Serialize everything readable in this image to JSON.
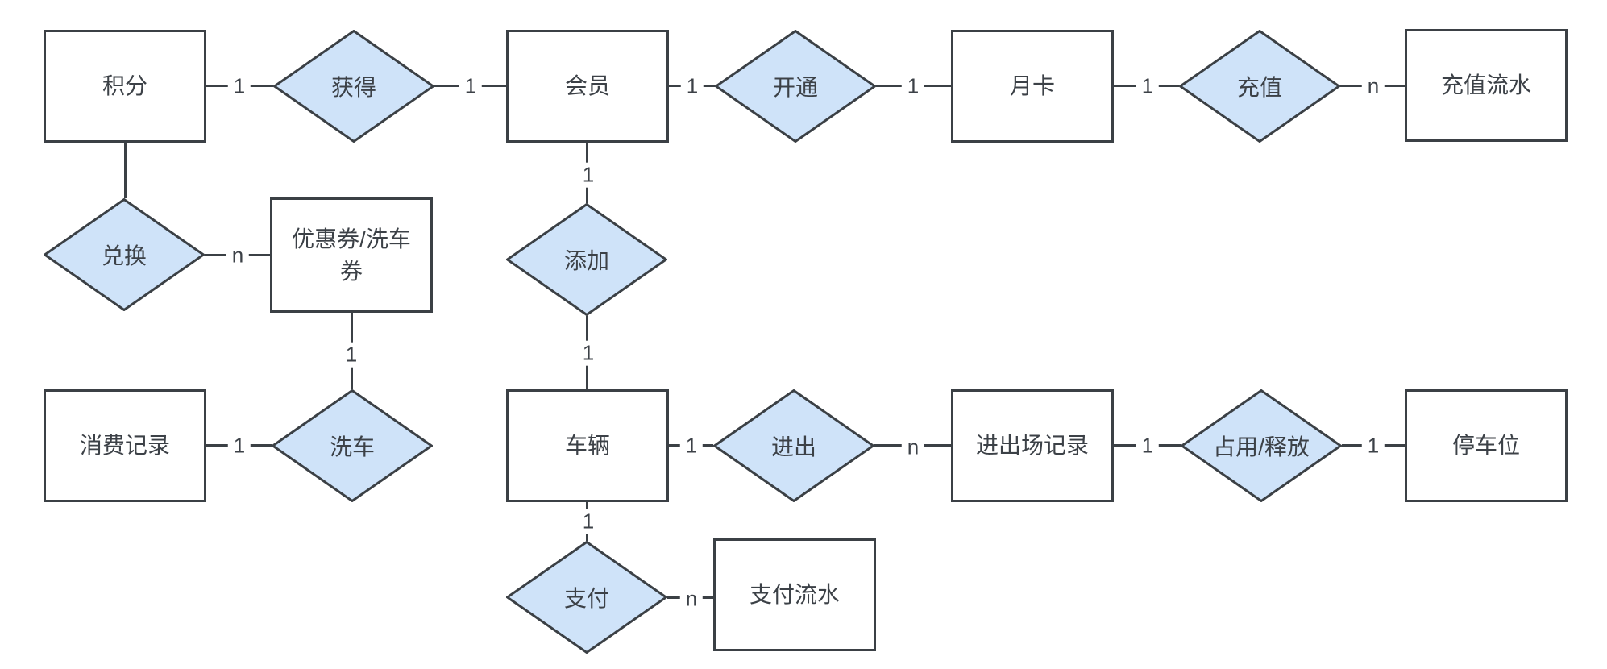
{
  "diagram": {
    "type": "entity-relationship",
    "colors": {
      "stroke": "#3b4045",
      "diamond_fill": "#cfe3f9",
      "text": "#3c4147",
      "background": "#ffffff"
    },
    "entities": [
      {
        "id": "jifen",
        "label": "积分"
      },
      {
        "id": "huiyuan",
        "label": "会员"
      },
      {
        "id": "yueka",
        "label": "月卡"
      },
      {
        "id": "chongzhi-liushui",
        "label": "充值流水"
      },
      {
        "id": "youhuiquan-xichequan",
        "label": "优惠券/洗车券"
      },
      {
        "id": "xiaofei-jilu",
        "label": "消费记录"
      },
      {
        "id": "cheliang",
        "label": "车辆"
      },
      {
        "id": "jinchuchang-jilu",
        "label": "进出场记录"
      },
      {
        "id": "tingchewei",
        "label": "停车位"
      },
      {
        "id": "zhifu-liushui",
        "label": "支付流水"
      }
    ],
    "relationships": [
      {
        "id": "huode",
        "label": "获得"
      },
      {
        "id": "kaitong",
        "label": "开通"
      },
      {
        "id": "chongzhi",
        "label": "充值"
      },
      {
        "id": "duihuan",
        "label": "兑换"
      },
      {
        "id": "tianjia",
        "label": "添加"
      },
      {
        "id": "xiche",
        "label": "洗车"
      },
      {
        "id": "jinchu",
        "label": "进出"
      },
      {
        "id": "zhanyong-shifang",
        "label": "占用/释放"
      },
      {
        "id": "zhifu",
        "label": "支付"
      }
    ],
    "edges": [
      {
        "from": "积分",
        "to": "获得",
        "cardinality": "1"
      },
      {
        "from": "获得",
        "to": "会员",
        "cardinality": "1"
      },
      {
        "from": "会员",
        "to": "开通",
        "cardinality": "1"
      },
      {
        "from": "开通",
        "to": "月卡",
        "cardinality": "1"
      },
      {
        "from": "月卡",
        "to": "充值",
        "cardinality": "1"
      },
      {
        "from": "充值",
        "to": "充值流水",
        "cardinality": "n"
      },
      {
        "from": "积分",
        "to": "兑换",
        "cardinality": ""
      },
      {
        "from": "兑换",
        "to": "优惠券/洗车券",
        "cardinality": "n"
      },
      {
        "from": "优惠券/洗车券",
        "to": "洗车",
        "cardinality": "1"
      },
      {
        "from": "会员",
        "to": "添加",
        "cardinality": "1"
      },
      {
        "from": "添加",
        "to": "车辆",
        "cardinality": "1"
      },
      {
        "from": "车辆",
        "to": "支付",
        "cardinality": "1"
      },
      {
        "from": "支付",
        "to": "支付流水",
        "cardinality": "n"
      },
      {
        "from": "消费记录",
        "to": "洗车",
        "cardinality": "1"
      },
      {
        "from": "车辆",
        "to": "进出",
        "cardinality": "1"
      },
      {
        "from": "进出",
        "to": "进出场记录",
        "cardinality": "n"
      },
      {
        "from": "进出场记录",
        "to": "占用/释放",
        "cardinality": "1"
      },
      {
        "from": "占用/释放",
        "to": "停车位",
        "cardinality": "1"
      }
    ]
  }
}
